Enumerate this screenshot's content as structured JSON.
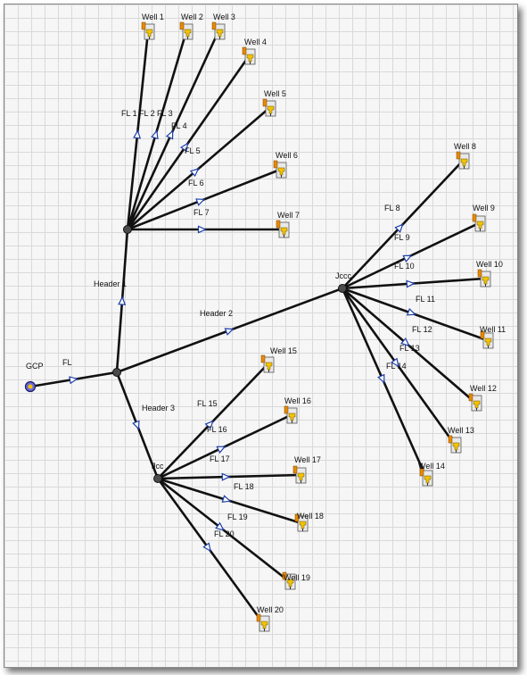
{
  "colors": {
    "pipe": "#111111",
    "arrow": "#1d3fa8",
    "wellhead": "#f2c200",
    "grid": "#d9d9d9"
  },
  "source": {
    "label": "GCP",
    "icon": "source-icon"
  },
  "junctions": {
    "root": {
      "label": ""
    },
    "header1_end": {
      "label": ""
    },
    "jccc": {
      "label": "Jccc"
    },
    "jcc": {
      "label": "Jcc"
    }
  },
  "trunk": [
    {
      "id": "fl",
      "label": "FL"
    },
    {
      "id": "header1",
      "label": "Header 1"
    },
    {
      "id": "header2",
      "label": "Header 2"
    },
    {
      "id": "header3",
      "label": "Header 3"
    }
  ],
  "wells": [
    {
      "label": "Well 1",
      "flowline": "FL 1",
      "hub": "header1_end"
    },
    {
      "label": "Well 2",
      "flowline": "FL 2",
      "hub": "header1_end"
    },
    {
      "label": "Well 3",
      "flowline": "FL 3",
      "hub": "header1_end"
    },
    {
      "label": "Well 4",
      "flowline": "FL 4",
      "hub": "header1_end"
    },
    {
      "label": "Well 5",
      "flowline": "FL 5",
      "hub": "header1_end"
    },
    {
      "label": "Well 6",
      "flowline": "FL 6",
      "hub": "header1_end"
    },
    {
      "label": "Well 7",
      "flowline": "FL 7",
      "hub": "header1_end"
    },
    {
      "label": "Well 8",
      "flowline": "FL 8",
      "hub": "jccc"
    },
    {
      "label": "Well 9",
      "flowline": "FL 9",
      "hub": "jccc"
    },
    {
      "label": "Well 10",
      "flowline": "FL 10",
      "hub": "jccc"
    },
    {
      "label": "Well 11",
      "flowline": "FL 11",
      "hub": "jccc"
    },
    {
      "label": "Well 12",
      "flowline": "FL 12",
      "hub": "jccc"
    },
    {
      "label": "Well 13",
      "flowline": "FL 13",
      "hub": "jccc"
    },
    {
      "label": "Well 14",
      "flowline": "FL 14",
      "hub": "jccc"
    },
    {
      "label": "Well 15",
      "flowline": "FL 15",
      "hub": "jcc"
    },
    {
      "label": "Well 16",
      "flowline": "FL 16",
      "hub": "jcc"
    },
    {
      "label": "Well 17",
      "flowline": "FL 17",
      "hub": "jcc"
    },
    {
      "label": "Well 18",
      "flowline": "FL 18",
      "hub": "jcc"
    },
    {
      "label": "Well 19",
      "flowline": "FL 19",
      "hub": "jcc"
    },
    {
      "label": "Well 20",
      "flowline": "FL 20",
      "hub": "jcc"
    }
  ]
}
